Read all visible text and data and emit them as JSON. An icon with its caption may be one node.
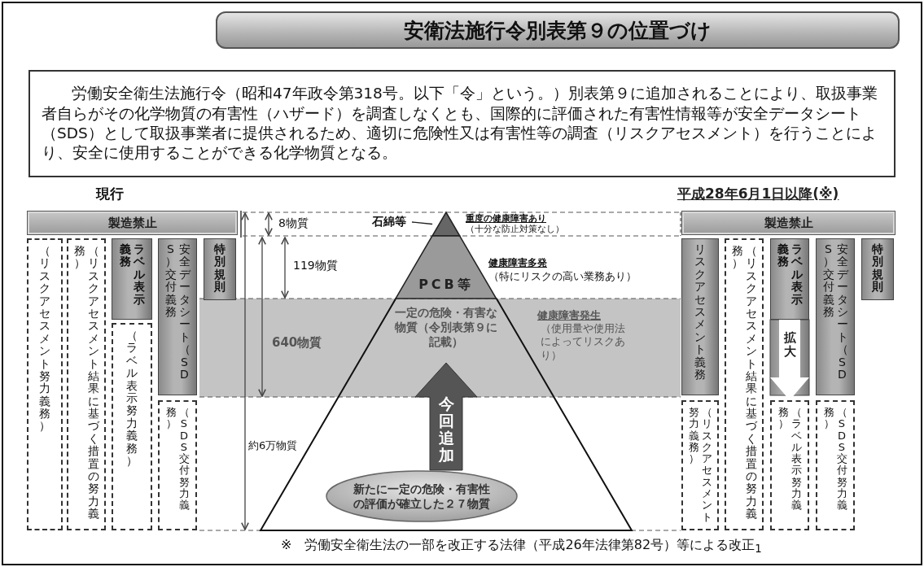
{
  "diagram": {
    "title": "安衛法施行令別表第９の位置づけ",
    "nodes": [
      {
        "text": [
          "労働安全衛生法施行令（昭和47年政令第318号。以下「令」という。）別表第９に追加されることにより、取扱事業者自らがその化学物質の有害性（ハザード）を調査しなくとも、国際的に評価された有害性情報等が安全データシート（SDS）として取扱事業者に提供されるため、適切に危険性又は有害性等の調査（リスクアセスメント）を行うことにより、安全に使用することができる化学物質となる。"
        ]
      },
      {
        "text": [
          "製造禁止"
        ]
      },
      {
        "text": [
          "石綿等"
        ]
      },
      {
        "text": [],
        "shape": "triangle"
      },
      {
        "text": [
          "製造禁止"
        ]
      },
      {
        "text": [
          "（リスクアセスメント努力義務）"
        ]
      },
      {
        "text": [
          "（リスクアセスメント結果に基づく措置の努力義務）"
        ]
      },
      {
        "text": [
          "ラベル表示義務"
        ]
      },
      {
        "text": [
          "安全データシート（SDS）交付義務"
        ]
      },
      {
        "text": [
          "特別規則"
        ]
      },
      {
        "text": [
          "PCB等"
        ]
      },
      {
        "text": [
          "リスクアセスメント義務"
        ]
      },
      {
        "text": [
          "（リスクアセスメント結果に基づく措置の努力義務）"
        ]
      },
      {
        "text": [
          "ラベル表示義務"
        ]
      },
      {
        "text": [
          "安全データシート（SDS）交付義務"
        ]
      },
      {
        "text": [
          "特別規則"
        ]
      },
      {
        "text": [
          "（ラベル表示努力義務）"
        ]
      },
      {
        "text": [
          "一定の危険・有害な物質（令別表第９に記載）"
        ]
      },
      {
        "text": [
          "今回追加"
        ]
      },
      {
        "text": [
          "（SDS交付努力義務）"
        ]
      },
      {
        "text": [
          "（リスクアセスメント努力義務）"
        ]
      },
      {
        "text": [
          "（ラベル表示努力義務）"
        ]
      },
      {
        "text": [
          "（SDS交付努力義務）"
        ]
      },
      {
        "text": [
          "新たに一定の危険・有害性の評価が確立した２７物質"
        ]
      }
    ],
    "edges": [
      {
        "from": 2,
        "to": 3,
        "arrow": "none"
      },
      {
        "from": 13,
        "to": 21,
        "arrow": "to",
        "label": "拡大",
        "style": "thick",
        "color": "#ffffff"
      }
    ],
    "labels": [
      "現行",
      "平成28年6月1日以降(※)",
      "8物質",
      "重度の健康障害あり",
      "（十分な防止対策なし）",
      "119物質",
      "健康障害多発",
      "（特にリスクの高い業務あり）",
      "640物質",
      "健康障害発生",
      "（使用量や使用法によってリスクあり）",
      "約6万物質",
      "※　労働安全衛生法の一部を改正する法律（平成26年法律第82号）等による改正$_{1}$"
    ]
  }
}
